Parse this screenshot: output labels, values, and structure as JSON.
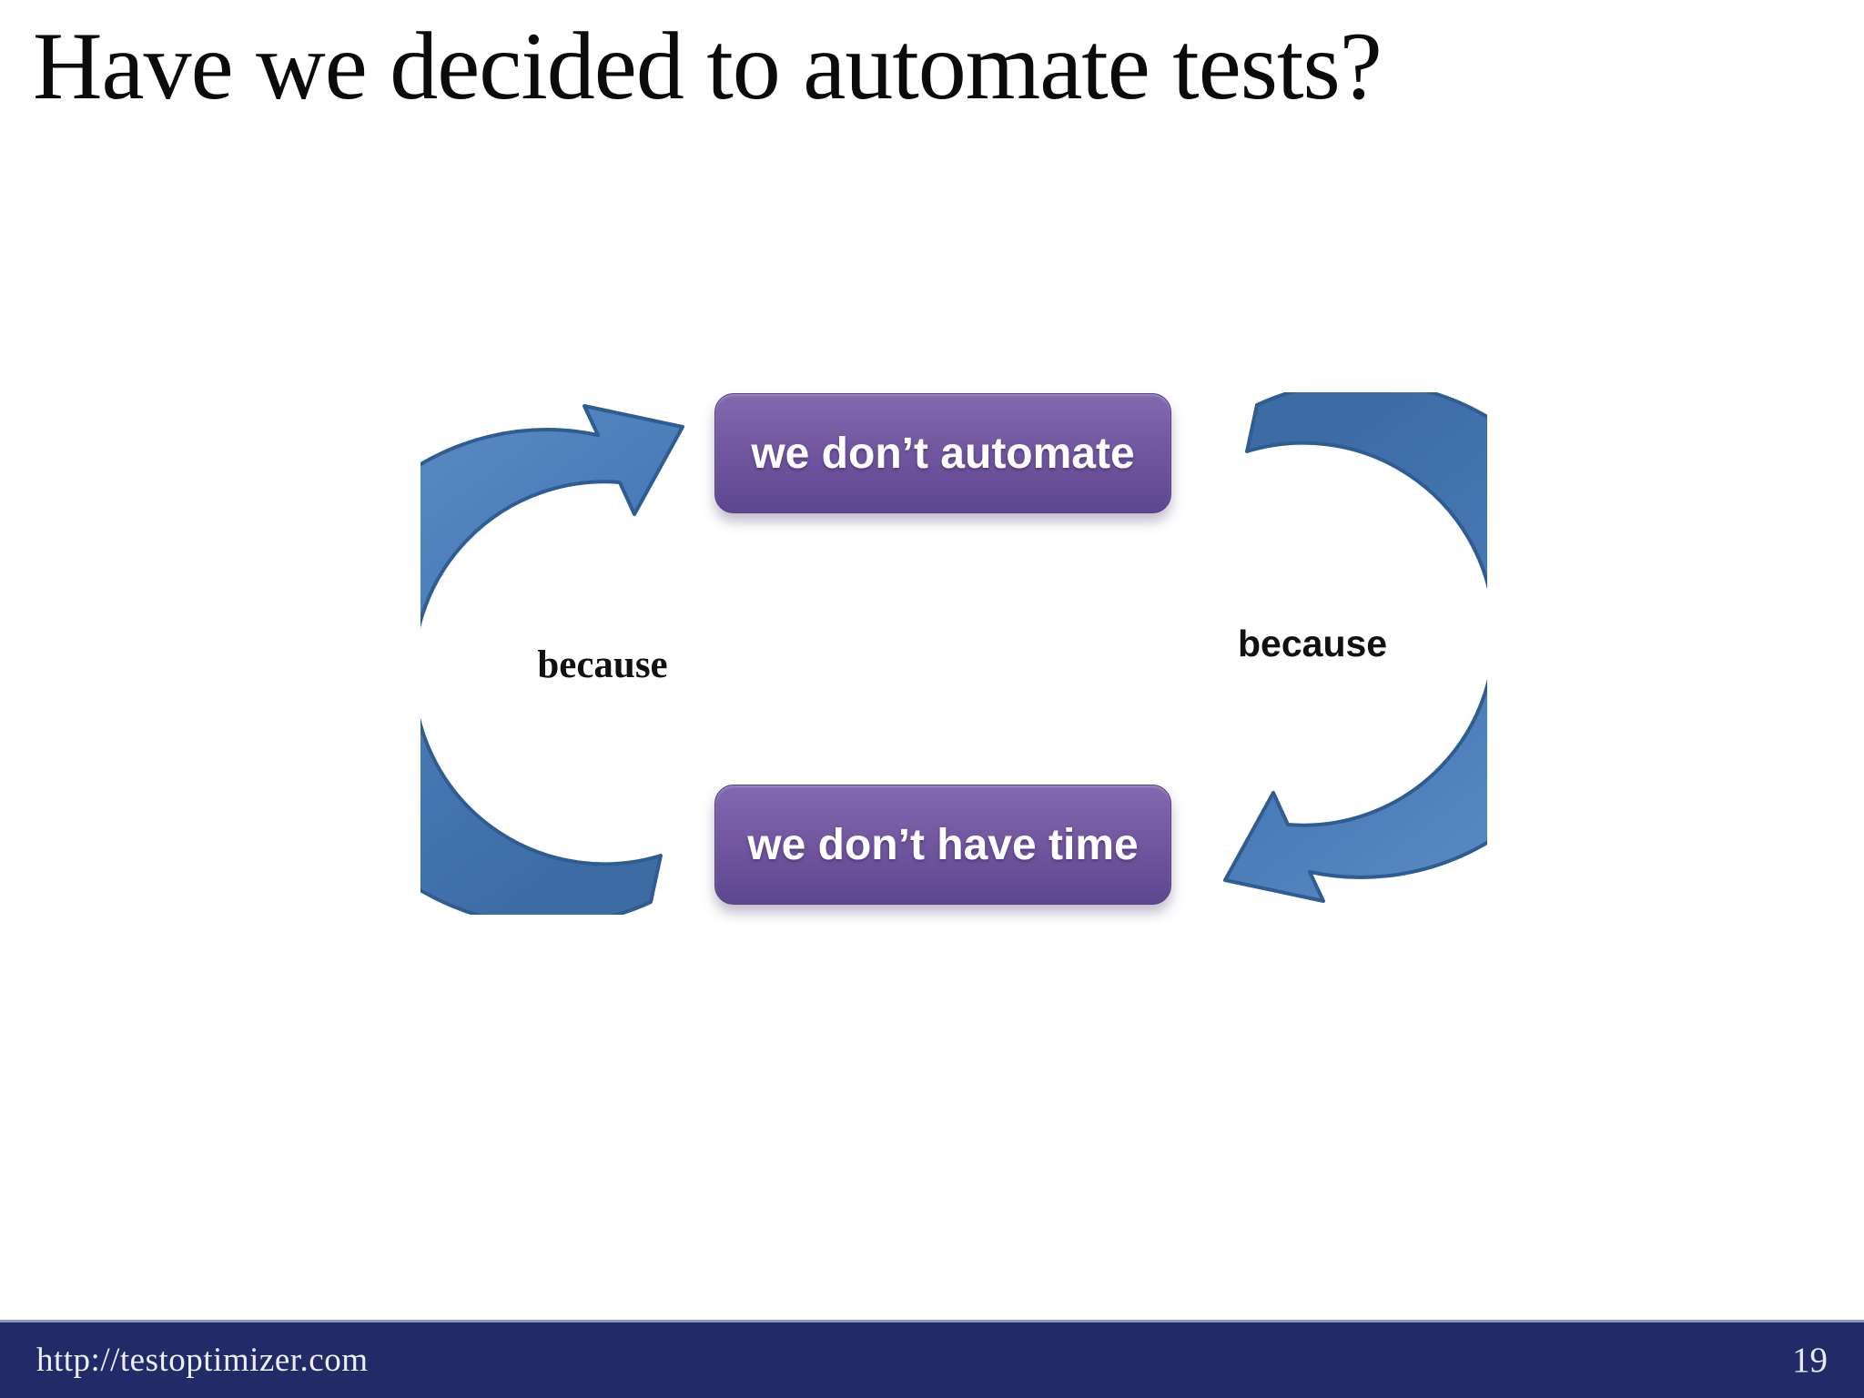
{
  "slide": {
    "title": "Have we decided to automate tests?",
    "footer": {
      "url": "http://testoptimizer.com",
      "page_number": "19",
      "bar_color": "#232a68"
    }
  },
  "diagram": {
    "type": "cycle",
    "nodes": [
      {
        "id": "top",
        "label": "we don’t automate",
        "fill_top": "#8169b0",
        "fill_bottom": "#5e4691",
        "text_color": "#ffffff"
      },
      {
        "id": "bottom",
        "label": "we don’t have time",
        "fill_top": "#8169b0",
        "fill_bottom": "#5e4691",
        "text_color": "#ffffff"
      }
    ],
    "edges": [
      {
        "from": "we don’t have time",
        "to": "we don’t automate",
        "label": "because",
        "side": "left",
        "arrow_points": "up-right"
      },
      {
        "from": "we don’t automate",
        "to": "we don’t have time",
        "label": "because",
        "side": "right",
        "arrow_points": "down-left"
      }
    ],
    "arrow_fill": "#4b7db9",
    "arrow_outline": "#2f5d92",
    "label_color": "#111111"
  }
}
